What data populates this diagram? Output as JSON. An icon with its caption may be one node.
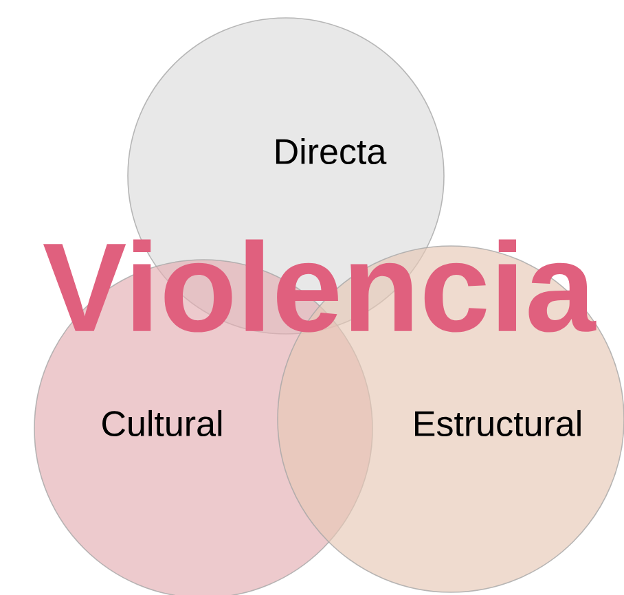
{
  "diagram": {
    "title": "Violencia",
    "nodes": [
      {
        "text": [
          "Directa"
        ]
      },
      {
        "text": [
          "Cultural"
        ]
      },
      {
        "text": [
          "Estructural"
        ]
      }
    ]
  }
}
